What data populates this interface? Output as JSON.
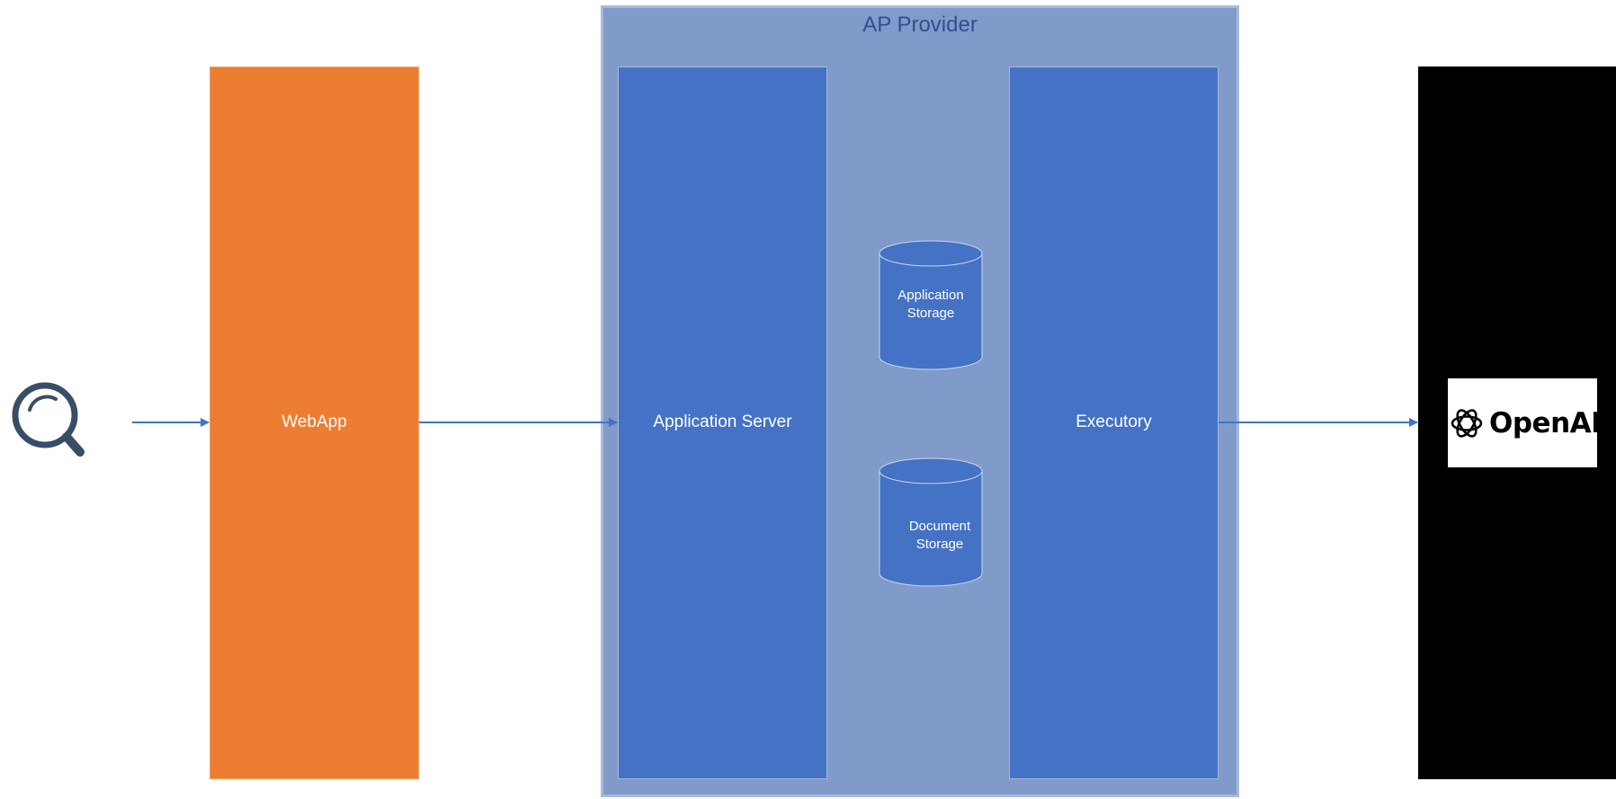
{
  "provider": {
    "title": "AP Provider"
  },
  "nodes": {
    "webapp": "WebApp",
    "app_server": "Application Server",
    "executory": "Executory"
  },
  "storage": {
    "application": {
      "line1": "Application",
      "line2": "Storage"
    },
    "document": {
      "line1": "Document",
      "line2": "Storage"
    }
  },
  "openai": {
    "logo_text": "OpenAI"
  },
  "icons": {
    "user_entry": "magnifier-icon",
    "openai": "openai-knot-icon"
  },
  "colors": {
    "webapp": "#ed7d31",
    "server": "#4472c4",
    "provider": "#809bc9",
    "arrow": "#4472c4",
    "openai_panel": "#000000"
  }
}
